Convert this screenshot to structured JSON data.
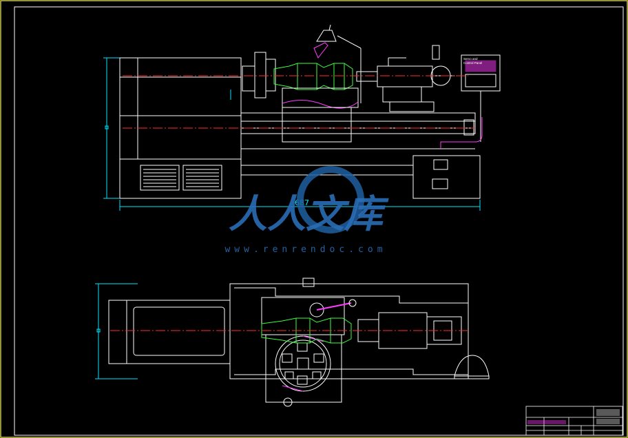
{
  "drawing": {
    "dimension_text": "687"
  },
  "watermark": {
    "logo_text": "人人文库",
    "url": "www.renrendoc.com"
  },
  "control_panel": {
    "title_line1": "Servo and",
    "title_line2": "Control Panel"
  },
  "colors": {
    "background": "#000000",
    "frame": "#c8c24a",
    "lines": "#ffffff",
    "centerline": "#ff2d2d",
    "workpiece": "#3cff3c",
    "highlight": "#ff3cff",
    "dimension": "#00e5ff",
    "watermark": "#1e5fa0"
  }
}
